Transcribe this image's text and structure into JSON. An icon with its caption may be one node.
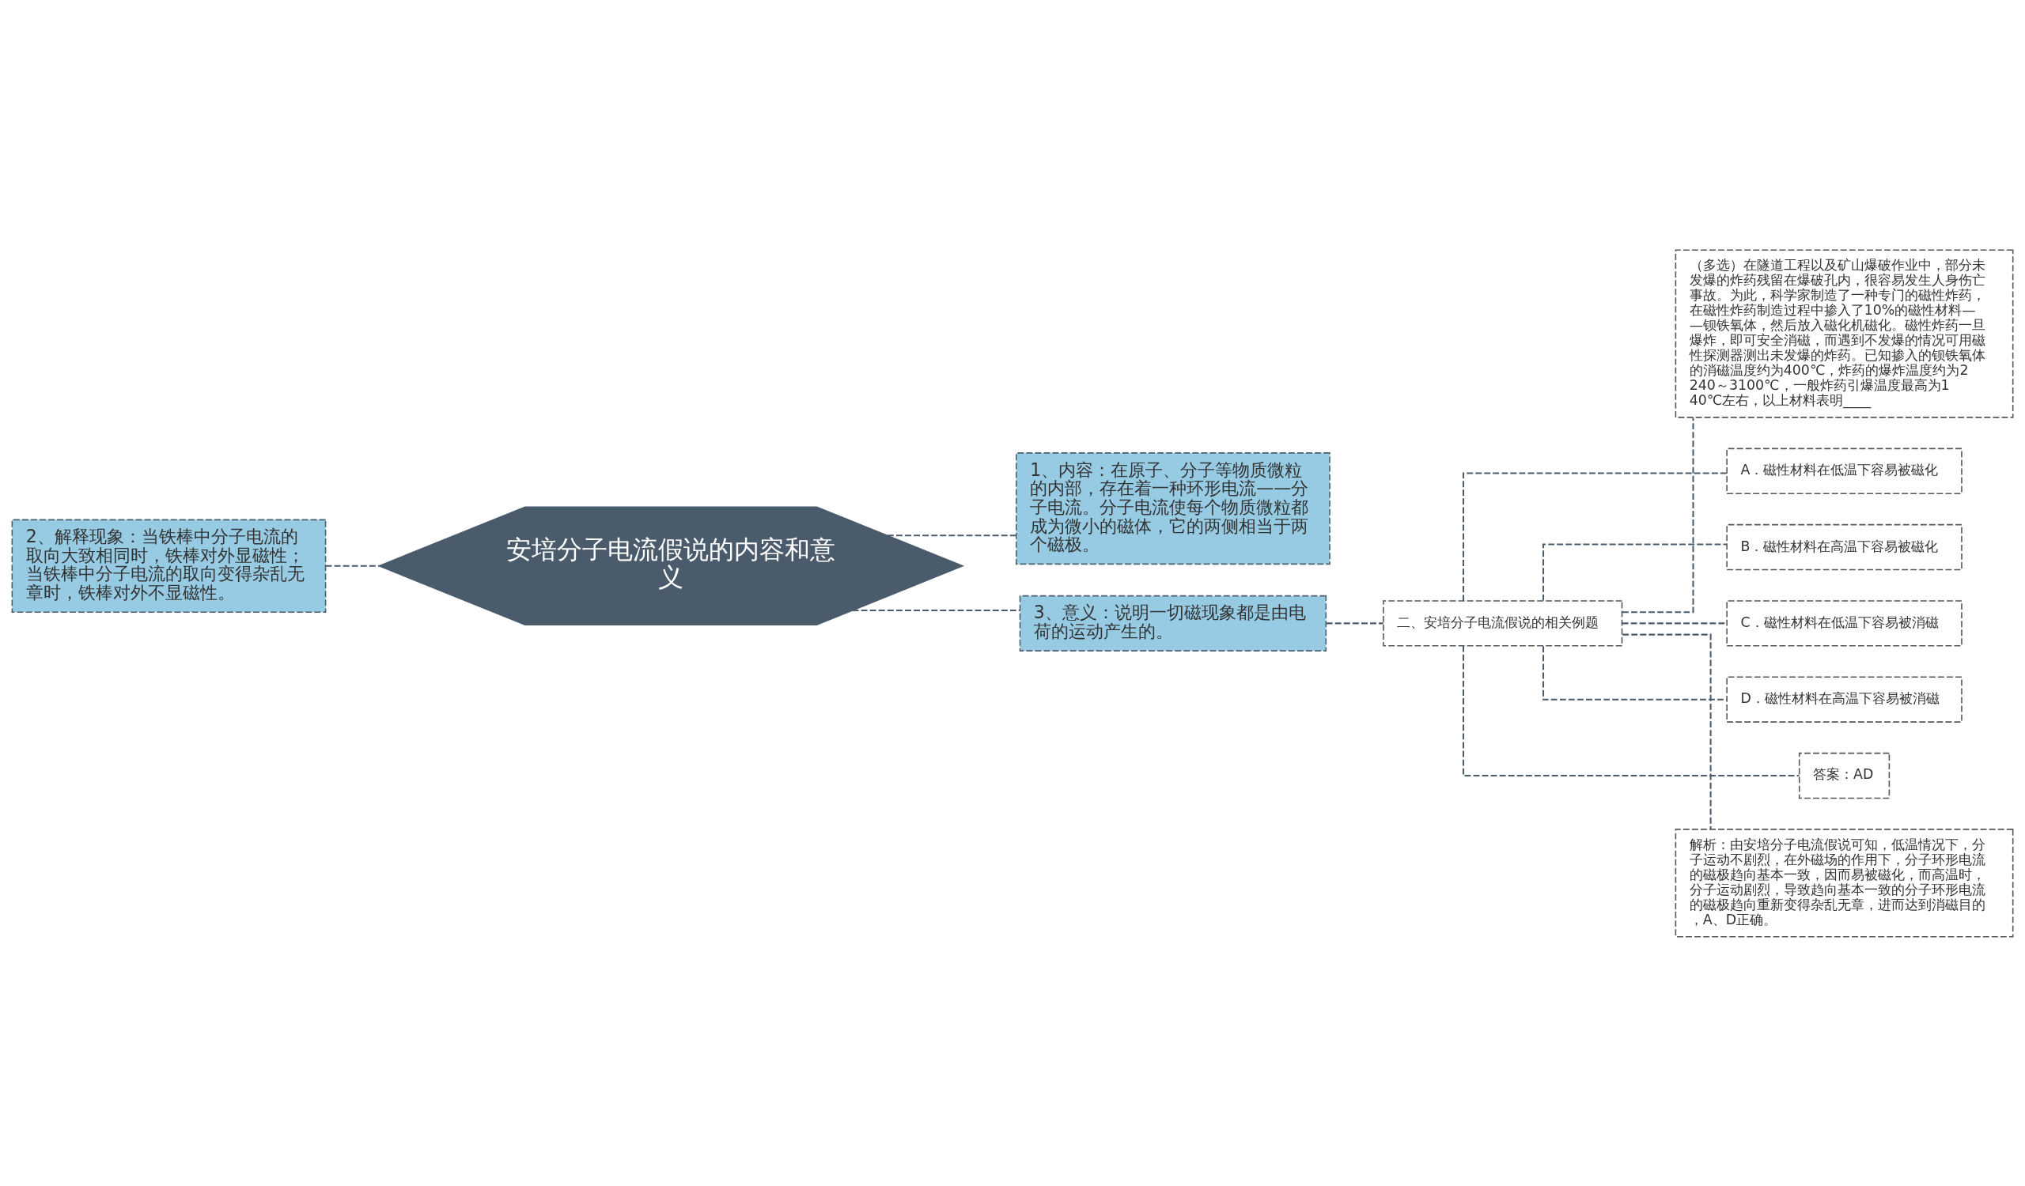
{
  "diagram": {
    "nodes": [
      {
        "text": [
          "安培分子电流假说的内容和意义"
        ]
      },
      {
        "text": [
          "1、内容：在原子、分子等物质微粒的内部，存在着一种环形电流——分子电流。分子电流使每个物质微粒都成为微小的磁体，它的两侧相当于两个磁极。"
        ]
      },
      {
        "text": [
          "2、解释现象：当铁棒中分子电流的取向大致相同时，铁棒对外显磁性；当铁棒中分子电流的取向变得杂乱无章时，铁棒对外不显磁性。"
        ]
      },
      {
        "text": [
          "3、意义：说明一切磁现象都是由电荷的运动产生的。"
        ]
      },
      {
        "text": [
          "二、安培分子电流假说的相关例题"
        ]
      },
      {
        "text": [
          "（多选）在隧道工程以及矿山爆破作业中，部分未发爆的炸药残留在爆破孔内，很容易发生人身伤亡事故。为此，科学家制造了一种专门的磁性炸药，在磁性炸药制造过程中掺入了10%的磁性材料——钡铁氧体，然后放入磁化机磁化。磁性炸药一旦爆炸，即可安全消磁，而遇到不发爆的情况可用磁性探测器测出未发爆的炸药。已知掺入的钡铁氧体的消磁温度约为400℃，炸药的爆炸温度约为2240～3100℃，一般炸药引爆温度最高为140℃左右，以上材料表明____"
        ]
      },
      {
        "text": [
          "A．磁性材料在低温下容易被磁化"
        ]
      },
      {
        "text": [
          "B．磁性材料在高温下容易被磁化"
        ]
      },
      {
        "text": [
          "C．磁性材料在低温下容易被消磁"
        ]
      },
      {
        "text": [
          "D．磁性材料在高温下容易被消磁"
        ]
      },
      {
        "text": [
          "答案：AD"
        ]
      },
      {
        "text": [
          "解析：由安培分子电流假说可知，低温情况下，分子运动不剧烈，在外磁场的作用下，分子环形电流的磁极趋向基本一致，因而易被磁化，而高温时，分子运动剧烈，导致趋向基本一致的分子环形电流的磁极趋向重新变得杂乱无章，进而达到消磁目的，A、D正确。"
        ]
      }
    ],
    "edges": [
      {
        "from": 0,
        "to": 1,
        "arrow": "none",
        "style": "dashed"
      },
      {
        "from": 2,
        "to": 0,
        "arrow": "none",
        "style": "dashed"
      },
      {
        "from": 0,
        "to": 3,
        "arrow": "none",
        "style": "dashed"
      },
      {
        "from": 3,
        "to": 4,
        "arrow": "none",
        "style": "dashed"
      },
      {
        "from": 4,
        "to": 5,
        "arrow": "none",
        "style": "dashed"
      },
      {
        "from": 4,
        "to": 6,
        "arrow": "none",
        "style": "dashed"
      },
      {
        "from": 4,
        "to": 7,
        "arrow": "none",
        "style": "dashed"
      },
      {
        "from": 4,
        "to": 8,
        "arrow": "none",
        "style": "dashed"
      },
      {
        "from": 4,
        "to": 9,
        "arrow": "none",
        "style": "dashed"
      },
      {
        "from": 4,
        "to": 10,
        "arrow": "none",
        "style": "dashed"
      },
      {
        "from": 4,
        "to": 11,
        "arrow": "none",
        "style": "dashed"
      }
    ]
  }
}
